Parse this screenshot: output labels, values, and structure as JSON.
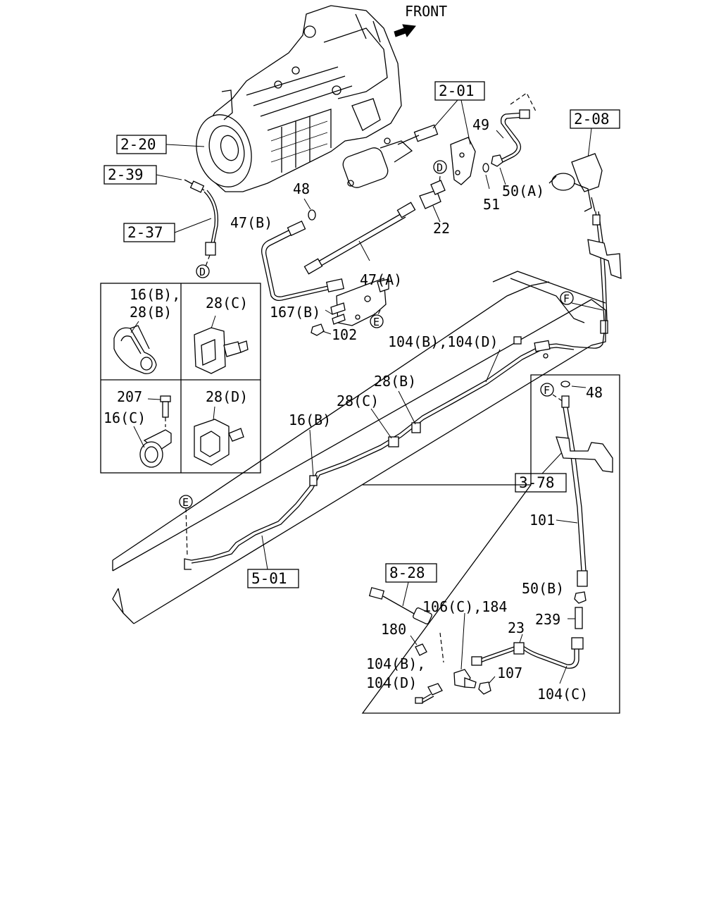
{
  "direction_label": "FRONT",
  "ref_boxes": {
    "r2_20": "2-20",
    "r2_39": "2-39",
    "r2_37": "2-37",
    "r2_01": "2-01",
    "r2_08": "2-08",
    "r3_78": "3-78",
    "r5_01": "5-01",
    "r8_28": "8-28"
  },
  "callouts": {
    "c48_top": "48",
    "c47b": "47(B)",
    "c47a": "47(A)",
    "c22": "22",
    "c49": "49",
    "c50a": "50(A)",
    "c51": "51",
    "c167b": "167(B)",
    "c102": "102",
    "c104bd_top": "104(B),104(D)",
    "c28b_mid": "28(B)",
    "c28c_mid": "28(C)",
    "c16b_mid": "16(B)",
    "c48_inset": "48",
    "c101": "101",
    "c50b": "50(B)",
    "c239": "239",
    "c106c_184": "106(C),184",
    "c180": "180",
    "c23": "23",
    "c104b_low": "104(B),",
    "c104d_low": "104(D)",
    "c107": "107",
    "c104c": "104(C)"
  },
  "circle_markers": {
    "m_d_left": "D",
    "m_d_right": "D",
    "m_e_mid": "E",
    "m_e_low": "E",
    "m_f_top": "F",
    "m_f_inset": "F"
  },
  "clip_panel": {
    "p1_line1": "16(B),",
    "p1_line2": "28(B)",
    "p2": "28(C)",
    "p3_a": "207",
    "p3_b": "16(C)",
    "p4": "28(D)"
  }
}
